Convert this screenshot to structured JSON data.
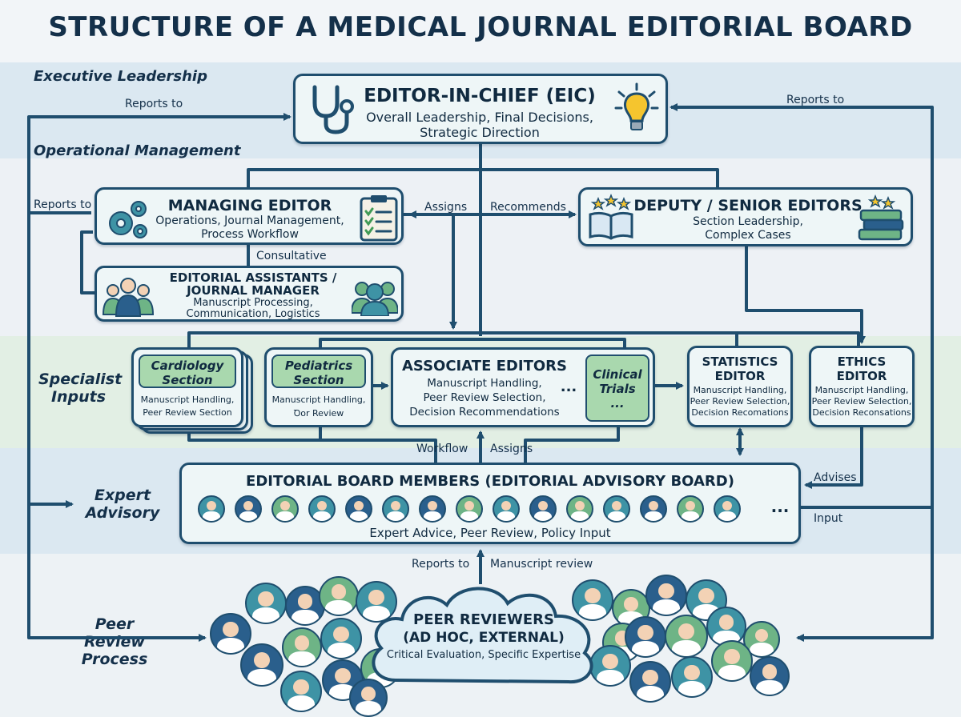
{
  "title": "STRUCTURE OF A MEDICAL JOURNAL EDITORIAL BOARD",
  "lanes": {
    "executive": "Executive Leadership",
    "operational": "Operational Management",
    "specialist": "Specialist Inputs",
    "expert": "Expert Advisory",
    "peer": "Peer Review Process"
  },
  "eic": {
    "title": "EDITOR-IN-CHIEF (EIC)",
    "line1": "Overall Leadership, Final Decisions,",
    "line2": "Strategic Direction"
  },
  "managing": {
    "title": "MANAGING EDITOR",
    "line1": "Operations, Journal Management,",
    "line2": "Process Workflow"
  },
  "deputy": {
    "title": "DEPUTY / SENIOR EDITORS",
    "line1": "Section Leadership,",
    "line2": "Complex Cases"
  },
  "assistants": {
    "title1": "EDITORIAL ASSISTANTS /",
    "title2": "JOURNAL MANAGER",
    "line1": "Manuscript Processing,",
    "line2": "Communication, Logistics"
  },
  "cardiology": {
    "tag1": "Cardiology",
    "tag2": "Section",
    "line1": "Manuscript Handling,",
    "line2": "Peer Review Section"
  },
  "pediatrics": {
    "tag1": "Pediatrics",
    "tag2": "Section",
    "line1": "Manuscript Handling,",
    "line2": "Ꝺor Review"
  },
  "associate": {
    "title": "ASSOCIATE EDITORS",
    "line1": "Manuscript Handling,",
    "line2": "Peer Review Selection,",
    "line3": "Decision Recommendations",
    "ellipsis": "...",
    "tag1": "Clinical",
    "tag2": "Trials",
    "tag3": "..."
  },
  "statistics": {
    "title1": "STATISTICS",
    "title2": "EDITOR",
    "line1": "Manuscript Handling,",
    "line2": "Peer Review Selection,",
    "line3": "Decision Recomations"
  },
  "ethics": {
    "title1": "ETHICS",
    "title2": "EDITOR",
    "line1": "Manuscript Handling,",
    "line2": "Peer Review Selection,",
    "line3": "Decision Reconsations"
  },
  "board": {
    "title": "EDITORIAL BOARD MEMBERS (EDITORIAL ADVISORY BOARD)",
    "subtitle": "Expert Advice, Peer Review, Policy Input",
    "ellipsis": "..."
  },
  "reviewers": {
    "title1": "PEER REVIEWERS",
    "title2": "(AD HOC, EXTERNAL)",
    "line1": "Critical Evaluation, Specific Expertise"
  },
  "edge_labels": {
    "reports_to_left": "Reports to",
    "reports_to_right": "Reports to",
    "reports_to_managing": "Reports to",
    "assigns_top": "Assigns",
    "recommends": "Recommends",
    "consultative": "Consultative",
    "workflow": "Workflow",
    "assigns_bottom": "Assigns",
    "advises": "Advises",
    "input": "Input",
    "reports_to_reviewers": "Reports to",
    "manuscript_review": "Manuscript review"
  },
  "icons": {
    "eic_left": "stethoscope-icon",
    "eic_right": "lightbulb-icon",
    "managing_left": "gears-icon",
    "managing_right": "clipboard-checklist-icon",
    "deputy_left": "open-book-stars-icon",
    "deputy_right": "book-stack-stars-icon",
    "assistants_left": "staff-group-icon",
    "assistants_right": "people-group-icon"
  },
  "colors": {
    "navy": "#14304a",
    "line": "#1f4e6e",
    "box_fill": "#eef6f7",
    "section_green": "#a9d8ae",
    "band_blue": "#dbe8f1",
    "band_green": "#e2efe4",
    "avatar_teal": "#3e93a5",
    "avatar_blue": "#2a5f8c",
    "avatar_green": "#6eb486"
  }
}
